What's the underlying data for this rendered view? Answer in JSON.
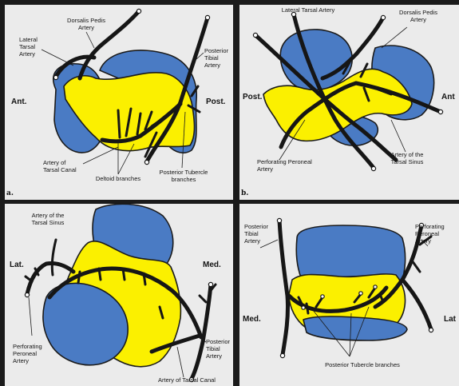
{
  "panels": {
    "a": {
      "panel_label": "a.",
      "orientation": {
        "left": "Ant.",
        "right": "Post."
      },
      "labels": {
        "dorsalis_pedis": [
          "Dorsalis Pedis",
          "Artery"
        ],
        "lateral_tarsal": [
          "Lateral",
          "Tarsal",
          "Artery"
        ],
        "posterior_tibial": [
          "Posterior",
          "Tibial",
          "Artery"
        ],
        "tarsal_canal": [
          "Artery of",
          "Tarsal Canal"
        ],
        "deltoid": [
          "Deltoid branches"
        ],
        "posterior_tubercle": [
          "Posterior Tubercle",
          "branches"
        ]
      }
    },
    "b": {
      "panel_label": "b.",
      "orientation": {
        "left": "Post.",
        "right": "Ant"
      },
      "labels": {
        "lateral_tarsal": [
          "Lateral Tarsal Artery"
        ],
        "dorsalis_pedis": [
          "Dorsalis Pedis",
          "Artery"
        ],
        "perforating_peroneal": [
          "Perforating Peroneal",
          "Artery"
        ],
        "tarsal_sinus": [
          "Artery of the",
          "Tarsal Sinus"
        ]
      }
    },
    "c": {
      "orientation": {
        "left": "Lat.",
        "right": "Med."
      },
      "labels": {
        "tarsal_sinus": [
          "Artery of the",
          "Tarsal Sinus"
        ],
        "perforating_peroneal": [
          "Perforating",
          "Peroneal",
          "Artery"
        ],
        "posterior_tibial": [
          "Posterior",
          "Tibial",
          "Artery"
        ],
        "tarsal_canal": [
          "Artery of Tarsal Canal"
        ]
      }
    },
    "d": {
      "orientation": {
        "left": "Med.",
        "right": "Lat"
      },
      "labels": {
        "posterior_tibial": [
          "Posterior",
          "Tibial",
          "Artery"
        ],
        "perforating_peroneal": [
          "Perforating",
          "Peroneal",
          "Artery"
        ],
        "posterior_tubercle": [
          "Posterior Tubercle branches"
        ]
      }
    }
  }
}
